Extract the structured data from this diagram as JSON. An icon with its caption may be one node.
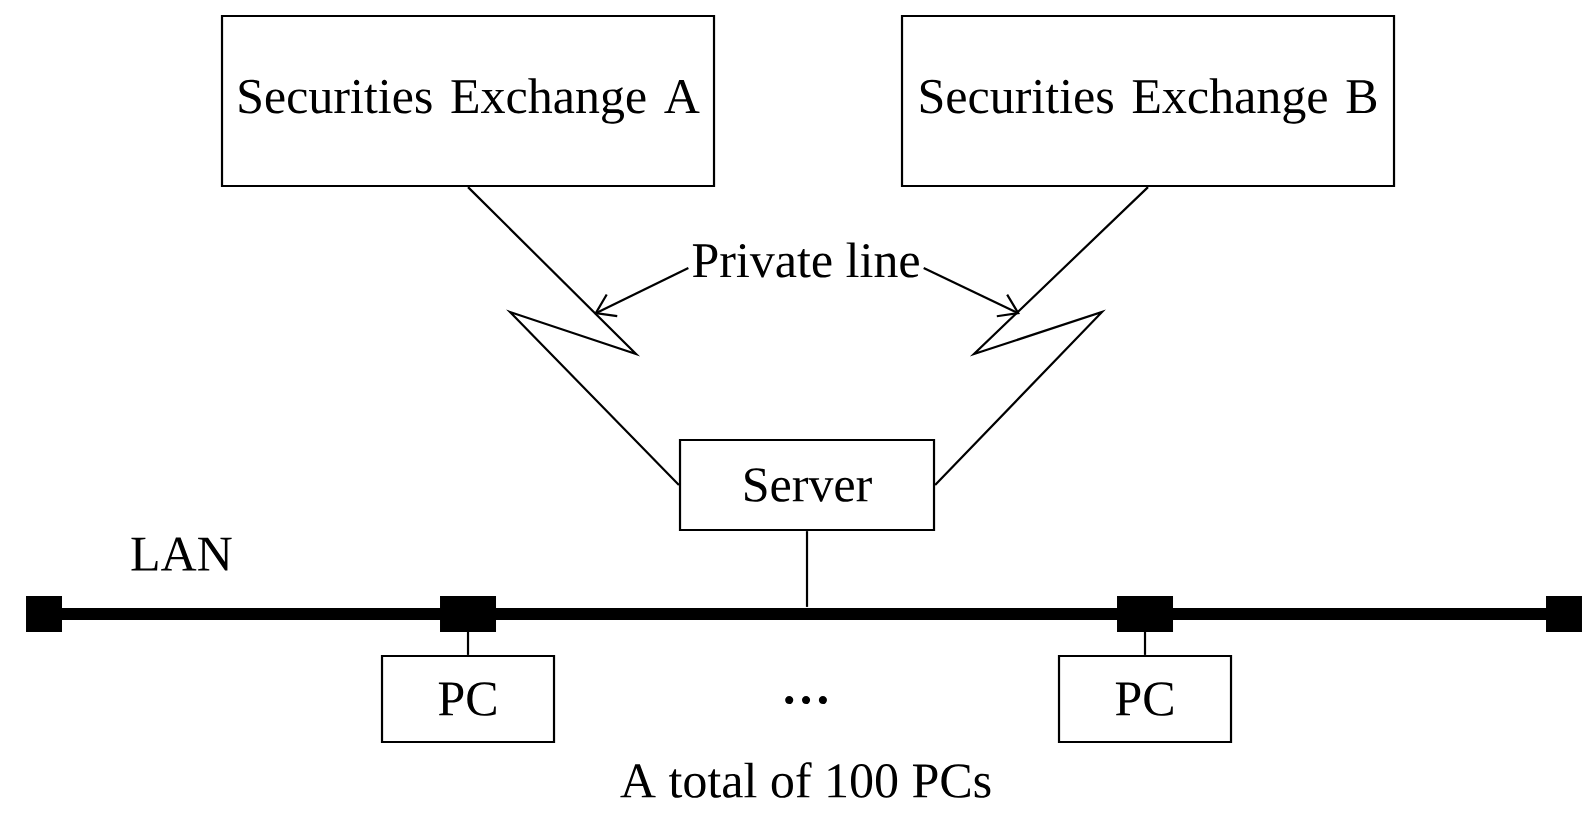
{
  "diagram": {
    "nodes": [
      {
        "text": [
          "Securities Exchange A"
        ]
      },
      {
        "text": [
          "Securities Exchange B"
        ]
      },
      {
        "text": [
          "Private line"
        ]
      },
      {
        "text": [
          "Server"
        ]
      },
      {
        "text": [],
        "shape": "bar",
        "beside": [
          "LAN"
        ]
      },
      {
        "text": [
          "PC"
        ]
      },
      {
        "text": [
          "PC"
        ]
      }
    ],
    "edges": [
      {
        "from": 0,
        "to": 3,
        "arrow": "none"
      },
      {
        "from": 1,
        "to": 3,
        "arrow": "none"
      },
      {
        "from": 2,
        "to": null,
        "arrow": "to"
      },
      {
        "from": 2,
        "to": null,
        "arrow": "to"
      },
      {
        "from": 3,
        "to": 4,
        "arrow": "none"
      },
      {
        "from": 4,
        "to": 5,
        "arrow": "none"
      },
      {
        "from": 4,
        "to": 6,
        "arrow": "none"
      }
    ],
    "labels": [
      "…",
      "A total of 100 PCs"
    ]
  }
}
